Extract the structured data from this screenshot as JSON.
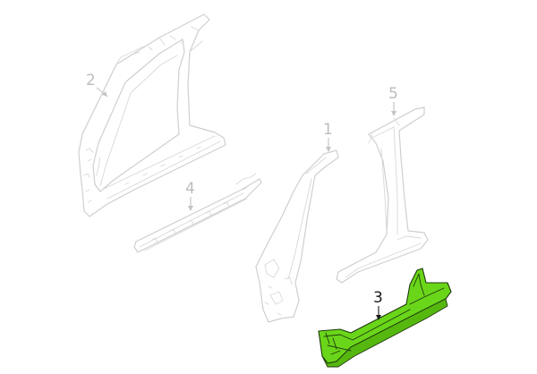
{
  "diagram": {
    "callouts": [
      {
        "id": "part-2",
        "label": "2"
      },
      {
        "id": "part-4",
        "label": "4"
      },
      {
        "id": "part-1",
        "label": "1"
      },
      {
        "id": "part-5",
        "label": "5"
      },
      {
        "id": "part-3",
        "label": "3"
      }
    ],
    "highlight_color": "#6ad61a",
    "ghost_color": "#cfcfcf"
  }
}
